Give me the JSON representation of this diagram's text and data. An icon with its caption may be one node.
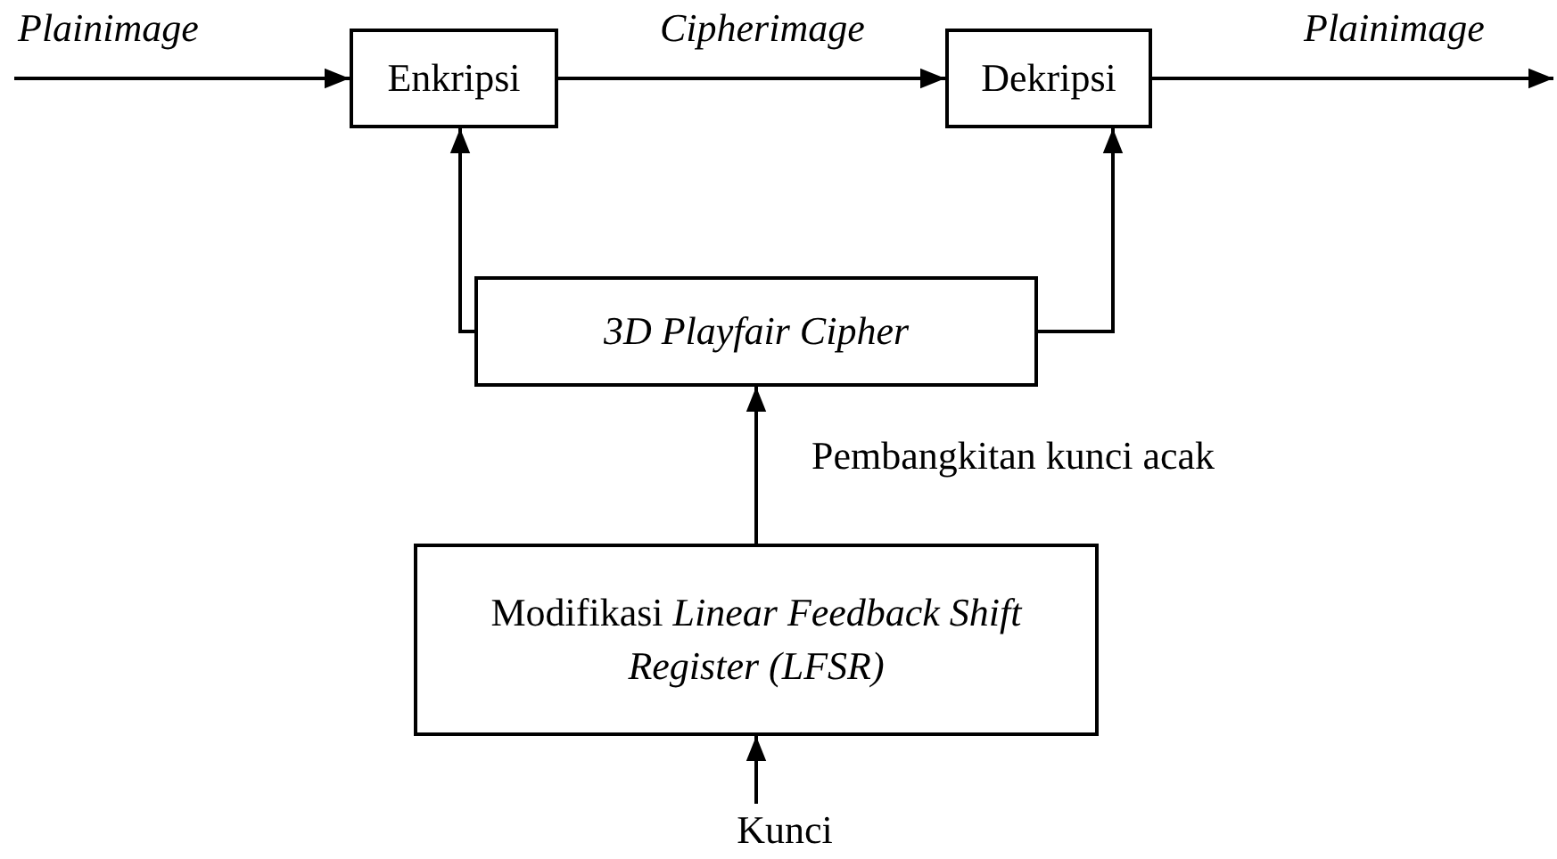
{
  "diagram": {
    "nodes": [
      {
        "text": [
          "Enkripsi"
        ]
      },
      {
        "text": [
          "Dekripsi"
        ]
      },
      {
        "text": [
          "3D Playfair Cipher"
        ]
      },
      {
        "text": [
          "Modifikasi *Linear Feedback Shift Register (LFSR)*"
        ]
      },
      {
        "text": [
          "Kunci"
        ]
      }
    ],
    "edges": [
      {
        "from": null,
        "to": 0,
        "arrow": "to",
        "label": "Plainimage"
      },
      {
        "from": 0,
        "to": 1,
        "arrow": "to",
        "label": "Cipherimage"
      },
      {
        "from": 1,
        "to": null,
        "arrow": "to",
        "label": "Plainimage"
      },
      {
        "from": 2,
        "to": 0,
        "arrow": "to"
      },
      {
        "from": 2,
        "to": 1,
        "arrow": "to"
      },
      {
        "from": 3,
        "to": 2,
        "arrow": "to",
        "label": "Pembangkitan kunci acak"
      },
      {
        "from": 4,
        "to": 3,
        "arrow": "to"
      }
    ]
  }
}
